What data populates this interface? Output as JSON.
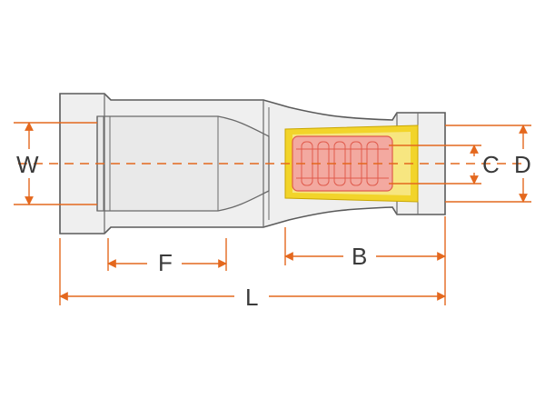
{
  "dimension_labels": {
    "W": "W",
    "F": "F",
    "B": "B",
    "L": "L",
    "C": "C",
    "D": "D"
  },
  "colors": {
    "body_fill": "#efefef",
    "outline": "#5a5a5a",
    "dimension": "#e4681e",
    "sleeve": "#f2d42a",
    "barrel": "#f3a9a0",
    "barrel_stroke": "#e05a4c"
  }
}
